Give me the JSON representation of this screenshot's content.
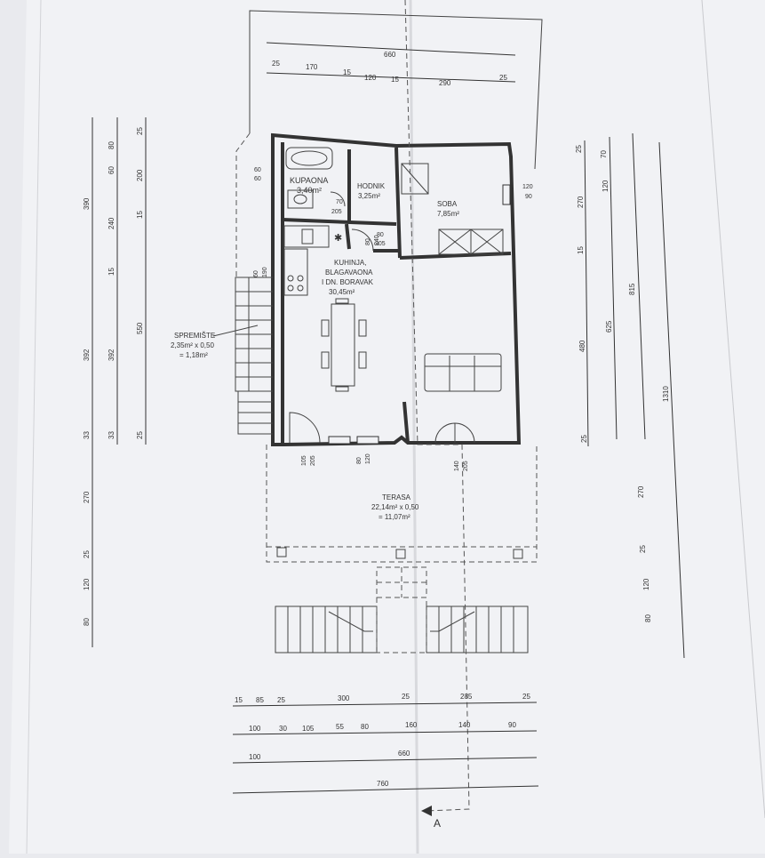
{
  "rooms": {
    "kupaona": {
      "name": "KUPAONA",
      "area": "3,40m²"
    },
    "hodnik": {
      "name": "HODNIK",
      "area": "3,25m²"
    },
    "soba": {
      "name": "SOBA",
      "area": "7,85m²"
    },
    "kuhinja": {
      "line1": "KUHINJA,",
      "line2": "BLAGAVAONA",
      "line3": "I DN. BORAVAK",
      "area": "30,45m²"
    },
    "spremiste": {
      "name": "SPREMIŠTE",
      "line2": "2,35m² x 0,50",
      "line3": "= 1,18m²"
    },
    "terasa": {
      "name": "TERASA",
      "line2": "22,14m² x 0,50",
      "line3": "= 11,07m²"
    }
  },
  "openings": {
    "bath_window": [
      "60",
      "60"
    ],
    "bath_door": [
      "70",
      "205"
    ],
    "soba_window": [
      "120",
      "90"
    ],
    "hall_door": [
      "80",
      "205"
    ],
    "hall_door_side": [
      "80",
      "240"
    ],
    "storage_door": [
      "60",
      "190"
    ],
    "kitchen_door": [
      "105",
      "205"
    ],
    "kitchen_window": [
      "80",
      "120"
    ],
    "terrace_door": [
      "140",
      "205"
    ]
  },
  "dims_top": {
    "overall": "660",
    "parts": [
      "25",
      "170",
      "15",
      "120",
      "15",
      "290",
      "25"
    ]
  },
  "dims_left": {
    "outer": [
      "390",
      "392",
      "270",
      "120",
      "80"
    ],
    "outer_small": [
      "33",
      "25"
    ],
    "mid": [
      "240",
      "392"
    ],
    "mid_small": [
      "80",
      "60",
      "15",
      "33"
    ],
    "inner": [
      "200",
      "550"
    ],
    "inner_small": [
      "25",
      "15",
      "25"
    ]
  },
  "dims_right": {
    "inner": [
      "270",
      "480"
    ],
    "inner_small": [
      "25",
      "15",
      "25"
    ],
    "mid": [
      "120",
      "625"
    ],
    "mid_small": [
      "70"
    ],
    "outer": [
      "815"
    ],
    "far": [
      "1310",
      "270",
      "120",
      "80"
    ],
    "far_small": [
      "25"
    ]
  },
  "dims_bottom": {
    "row1": [
      "15",
      "85",
      "25",
      "300",
      "25",
      "285",
      "25"
    ],
    "row2": [
      "100",
      "30",
      "105",
      "55",
      "80",
      "160",
      "140",
      "90"
    ],
    "row3": [
      "100",
      "660"
    ],
    "row4": [
      "760"
    ]
  },
  "section_marker": "A"
}
